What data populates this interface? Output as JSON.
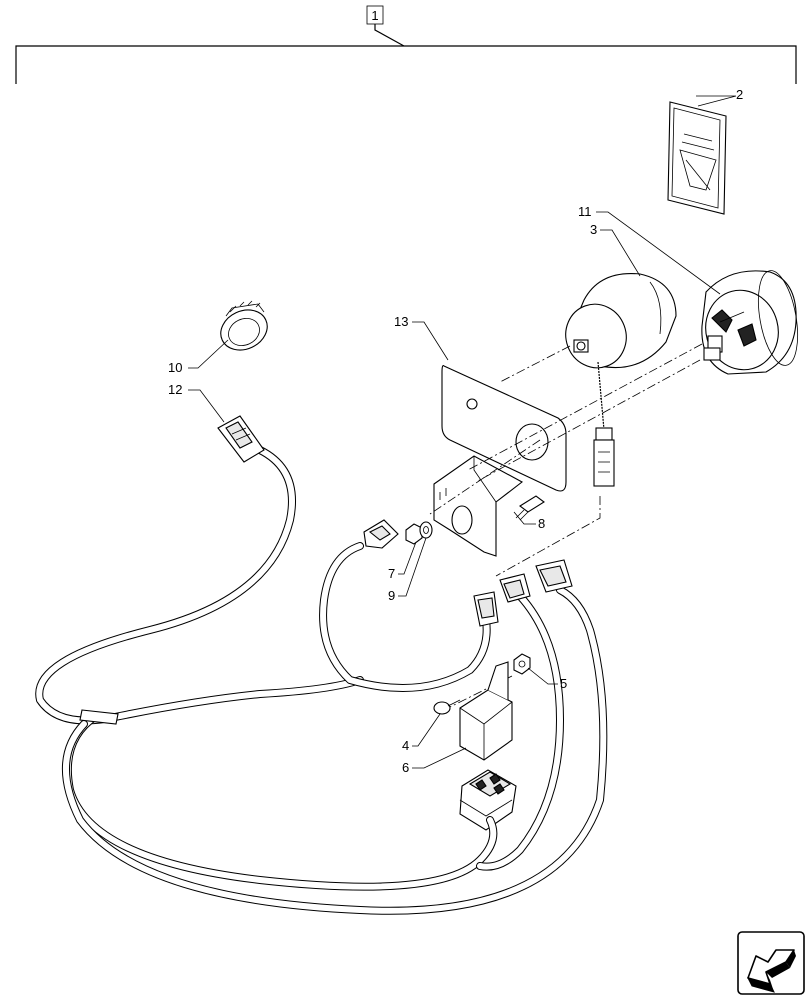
{
  "assembly": {
    "label": "1"
  },
  "callouts": [
    {
      "id": "c2",
      "label": "2"
    },
    {
      "id": "c3",
      "label": "3"
    },
    {
      "id": "c4",
      "label": "4"
    },
    {
      "id": "c5",
      "label": "5"
    },
    {
      "id": "c6",
      "label": "6"
    },
    {
      "id": "c7",
      "label": "7"
    },
    {
      "id": "c8",
      "label": "8"
    },
    {
      "id": "c9",
      "label": "9"
    },
    {
      "id": "c10",
      "label": "10"
    },
    {
      "id": "c11",
      "label": "11"
    },
    {
      "id": "c12",
      "label": "12"
    },
    {
      "id": "c13",
      "label": "13"
    }
  ],
  "nav": {
    "icon": "arrow-left-down-icon"
  }
}
